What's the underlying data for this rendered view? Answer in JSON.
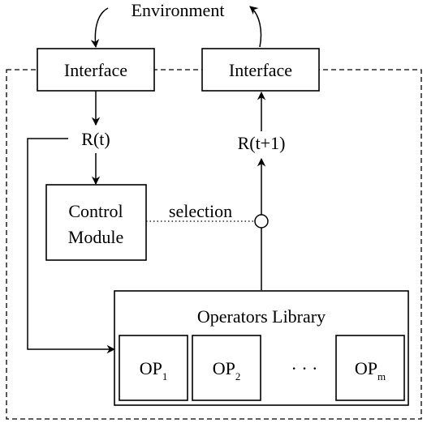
{
  "environment_label": "Environment",
  "interface_in_label": "Interface",
  "interface_out_label": "Interface",
  "state_current_label": "R(t)",
  "state_next_label": "R(t+1)",
  "control_module": {
    "line1": "Control",
    "line2": "Module"
  },
  "selection_label": "selection",
  "operators_library": {
    "title": "Operators Library",
    "operators": [
      {
        "base": "OP",
        "sub": "1"
      },
      {
        "base": "OP",
        "sub": "2"
      },
      {
        "base": "OP",
        "sub": "m"
      }
    ],
    "ellipsis": "· · ·"
  }
}
